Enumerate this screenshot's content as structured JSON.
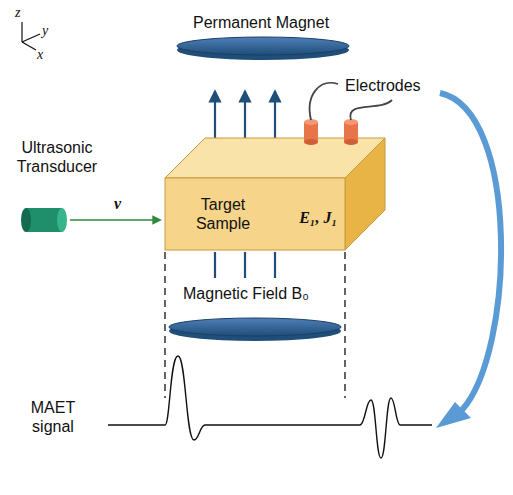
{
  "diagram": {
    "nodes": [
      {
        "text": [
          "Target Sample",
          "E₁, J₁"
        ]
      }
    ],
    "labels": [
      "z",
      "y",
      "x",
      "Permanent Magnet",
      "Electrodes",
      "Ultrasonic Transducer",
      "v",
      "Magnetic Field B₀",
      "MAET signal"
    ]
  }
}
